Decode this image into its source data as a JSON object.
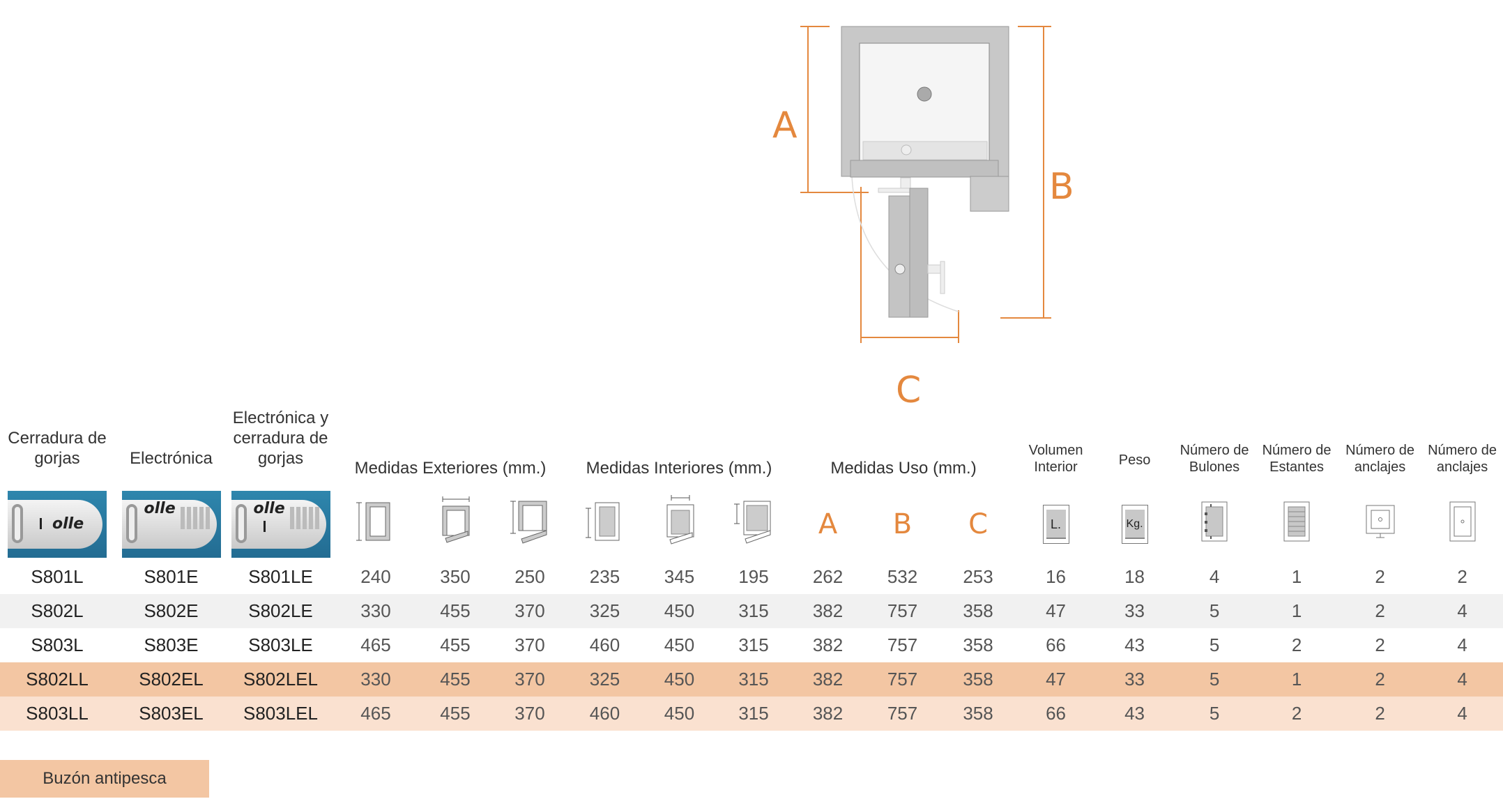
{
  "diagram": {
    "label_a": "A",
    "label_b": "B",
    "label_c": "C",
    "accent": "#e4883e"
  },
  "headers": {
    "lock1": "Cerradura de gorjas",
    "lock2": "Electrónica",
    "lock3": "Electrónica y cerradura de gorjas",
    "ext": "Medidas Exteriores (mm.)",
    "int": "Medidas Interiores (mm.)",
    "uso": "Medidas Uso (mm.)",
    "vol": "Volumen Interior",
    "peso": "Peso",
    "bul": "Número de Bulones",
    "est": "Número de Estantes",
    "anc1": "Número de anclajes",
    "anc2": "Número de anclajes"
  },
  "icons": {
    "a": "A",
    "b": "B",
    "c": "C",
    "vol": "L.",
    "peso": "Kg.",
    "logo": "olle"
  },
  "rows": [
    [
      "S801L",
      "S801E",
      "S801LE",
      "240",
      "350",
      "250",
      "235",
      "345",
      "195",
      "262",
      "532",
      "253",
      "16",
      "18",
      "4",
      "1",
      "2",
      "2"
    ],
    [
      "S802L",
      "S802E",
      "S802LE",
      "330",
      "455",
      "370",
      "325",
      "450",
      "315",
      "382",
      "757",
      "358",
      "47",
      "33",
      "5",
      "1",
      "2",
      "4"
    ],
    [
      "S803L",
      "S803E",
      "S803LE",
      "465",
      "455",
      "370",
      "460",
      "450",
      "315",
      "382",
      "757",
      "358",
      "66",
      "43",
      "5",
      "2",
      "2",
      "4"
    ],
    [
      "S802LL",
      "S802EL",
      "S802LEL",
      "330",
      "455",
      "370",
      "325",
      "450",
      "315",
      "382",
      "757",
      "358",
      "47",
      "33",
      "5",
      "1",
      "2",
      "4"
    ],
    [
      "S803LL",
      "S803EL",
      "S803LEL",
      "465",
      "455",
      "370",
      "460",
      "450",
      "315",
      "382",
      "757",
      "358",
      "66",
      "43",
      "5",
      "2",
      "2",
      "4"
    ]
  ],
  "button": {
    "label": "Buzón antipesca"
  }
}
